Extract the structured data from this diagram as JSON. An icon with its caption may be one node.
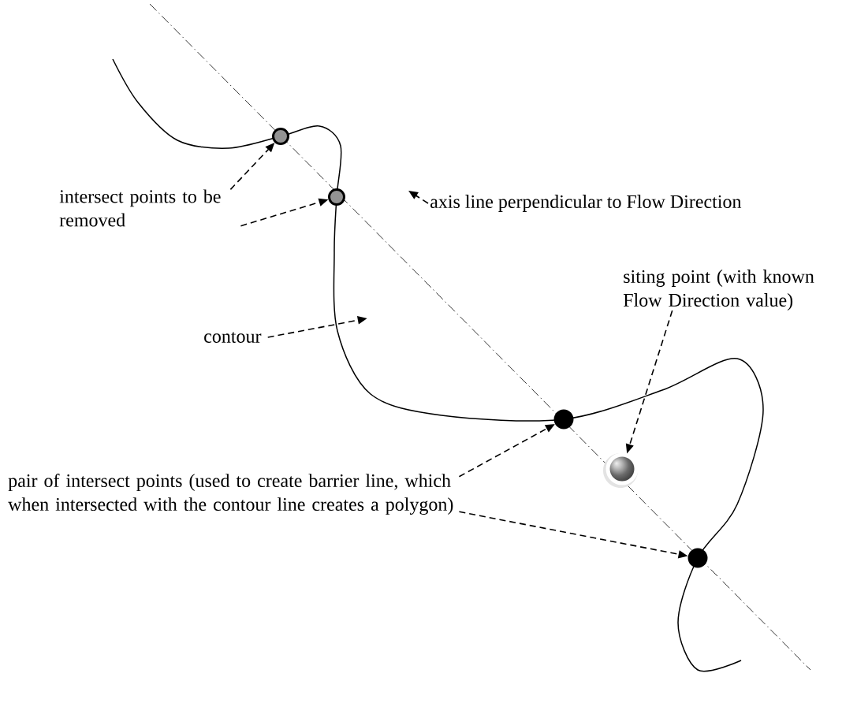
{
  "diagram": {
    "nodes": [
      {
        "text": [],
        "shape": "circle"
      },
      {
        "text": [],
        "shape": "circle"
      },
      {
        "text": [
          "intersect points to be removed"
        ]
      },
      {
        "text": [
          "axis line perpendicular to Flow Direction"
        ]
      },
      {
        "text": [
          "contour"
        ]
      },
      {
        "text": [
          "siting point (with known Flow Direction value)"
        ]
      },
      {
        "text": [],
        "shape": "circle"
      },
      {
        "text": [
          "pair of intersect points (used to create barrier line, which when intersected with the contour line creates a polygon)"
        ]
      },
      {
        "text": [],
        "shape": "circle"
      },
      {
        "text": [],
        "shape": "circle"
      }
    ],
    "edges": [
      {
        "from": 2,
        "to": 0,
        "arrow": "to",
        "style": "dashed"
      },
      {
        "from": 2,
        "to": 1,
        "arrow": "to",
        "style": "dashed"
      },
      {
        "from": 3,
        "to": null,
        "arrow": "to",
        "style": "dashed"
      },
      {
        "from": 4,
        "to": null,
        "arrow": "to",
        "style": "dashed"
      },
      {
        "from": 5,
        "to": 8,
        "arrow": "to",
        "style": "dashed"
      },
      {
        "from": 7,
        "to": 6,
        "arrow": "to",
        "style": "dashed"
      },
      {
        "from": 7,
        "to": 9,
        "arrow": "to",
        "style": "dashed"
      }
    ]
  }
}
